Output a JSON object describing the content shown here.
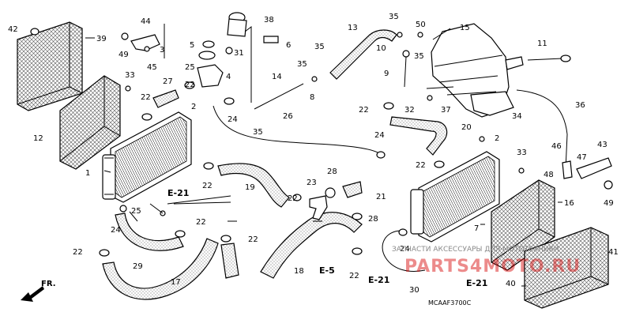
{
  "diagram_code": "MCAAF3700C",
  "watermark": {
    "line1": "ЗАПЧАСТИ АКСЕССУАРЫ ДЛЯ МОТОТЕХНИКИ",
    "brand": "PARTS4MOTO.RU",
    "brand_color": "#d60000"
  },
  "front_indicator": "FR.",
  "references": {
    "e21": "E-21",
    "e5": "E-5"
  },
  "callouts": {
    "c1": "1",
    "c2a": "2",
    "c2b": "2",
    "c3": "3",
    "c4": "4",
    "c5": "5",
    "c6": "6",
    "c7": "7",
    "c8": "8",
    "c9": "9",
    "c10": "10",
    "c11": "11",
    "c12": "12",
    "c13": "13",
    "c14": "14",
    "c15": "15",
    "c16": "16",
    "c17": "17",
    "c18": "18",
    "c19": "19",
    "c20": "20",
    "c21": "21",
    "c22a": "22",
    "c22b": "22",
    "c22c": "22",
    "c22d": "22",
    "c22e": "22",
    "c22f": "22",
    "c22g": "22",
    "c22h": "22",
    "c22i": "22",
    "c23": "23",
    "c24a": "24",
    "c24b": "24",
    "c24c": "24",
    "c24d": "24",
    "c25a": "25",
    "c25b": "25",
    "c26": "26",
    "c27": "27",
    "c28a": "28",
    "c28b": "28",
    "c29": "29",
    "c30": "30",
    "c31": "31",
    "c32": "32",
    "c33a": "33",
    "c33b": "33",
    "c34": "34",
    "c35a": "35",
    "c35b": "35",
    "c35c": "35",
    "c35d": "35",
    "c35e": "35",
    "c36": "36",
    "c37": "37",
    "c38": "38",
    "c39": "39",
    "c40": "40",
    "c41": "41",
    "c42": "42",
    "c43": "43",
    "c44": "44",
    "c45": "45",
    "c46": "46",
    "c47": "47",
    "c48": "48",
    "c49a": "49",
    "c49b": "49",
    "c50": "50"
  }
}
